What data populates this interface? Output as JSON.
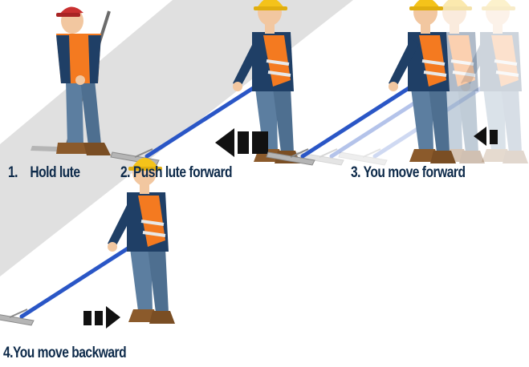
{
  "steps": [
    {
      "number": "1.",
      "label": "Hold lute"
    },
    {
      "number": "2.",
      "label": "Push lute forward"
    },
    {
      "number": "3.",
      "label": "You move forward"
    },
    {
      "number": "4.",
      "label": "You move backward"
    }
  ],
  "colors": {
    "caption": "#0d2a4a",
    "watermark": "#c7c7c7",
    "handle": "#2a56c6",
    "vest": "#f47a20",
    "shirt": "#1f3f66",
    "jeans": "#5c7ea0",
    "hardhat": "#f4c31a",
    "boots": "#8b5a2b",
    "arrow": "#111111"
  },
  "icons": [
    "arrow-left-icon",
    "arrow-right-icon"
  ]
}
